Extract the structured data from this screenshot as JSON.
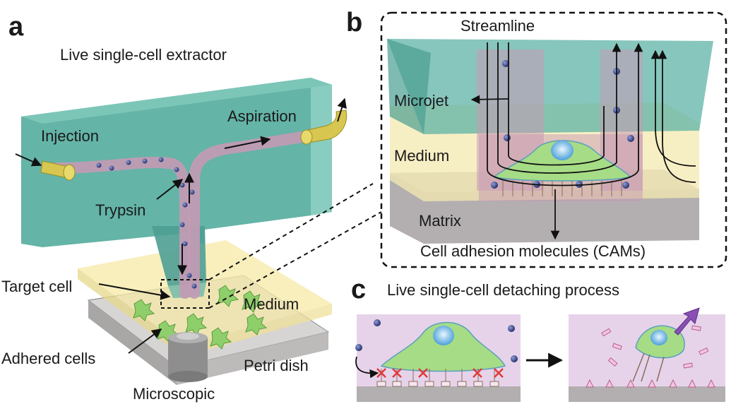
{
  "panel_a": {
    "letter": "a",
    "title": "Live single-cell extractor",
    "labels": {
      "injection": "Injection",
      "aspiration": "Aspiration",
      "trypsin": "Trypsin",
      "target_cell": "Target cell",
      "medium": "Medium",
      "adhered_cells": "Adhered cells",
      "petri_dish": "Petri dish",
      "microscopic": "Microscopic"
    }
  },
  "panel_b": {
    "letter": "b",
    "labels": {
      "streamline": "Streamline",
      "microjet": "Microjet",
      "medium": "Medium",
      "matrix": "Matrix",
      "cams": "Cell adhesion molecules (CAMs)"
    }
  },
  "panel_c": {
    "letter": "c",
    "title": "Live single-cell detaching process"
  },
  "colors": {
    "chip": "#4fa89a",
    "channel": "#c79ab4",
    "medium": "#f3e7a6",
    "matrix": "#a9a6a6",
    "cell": "#9fd67f",
    "bead": "#3a4a8c",
    "cross": "#e03a3a",
    "detach_arrow": "#8a4fb5"
  }
}
